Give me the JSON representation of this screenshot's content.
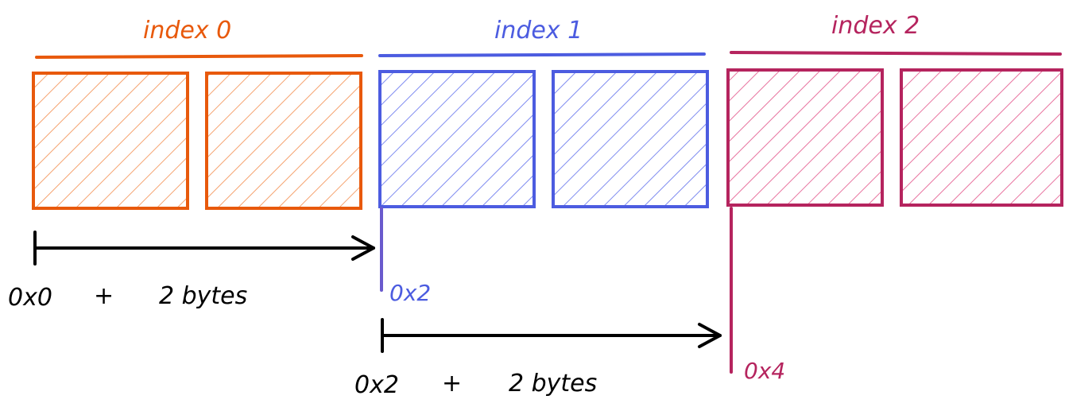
{
  "indices": [
    {
      "label": "index 0",
      "color": "#e8590c"
    },
    {
      "label": "index 1",
      "color": "#4c5ce0"
    },
    {
      "label": "index 2",
      "color": "#b5245e"
    }
  ],
  "fills": {
    "index0": "#f5a370",
    "index1": "#7f8cf0",
    "index2": "#e8739f"
  },
  "addresses": {
    "addr1": "0x2",
    "addr2": "0x4"
  },
  "offsets": [
    {
      "base": "0x0",
      "plus": "+",
      "size": "2 bytes"
    },
    {
      "base": "0x2",
      "plus": "+",
      "size": "2 bytes"
    }
  ]
}
